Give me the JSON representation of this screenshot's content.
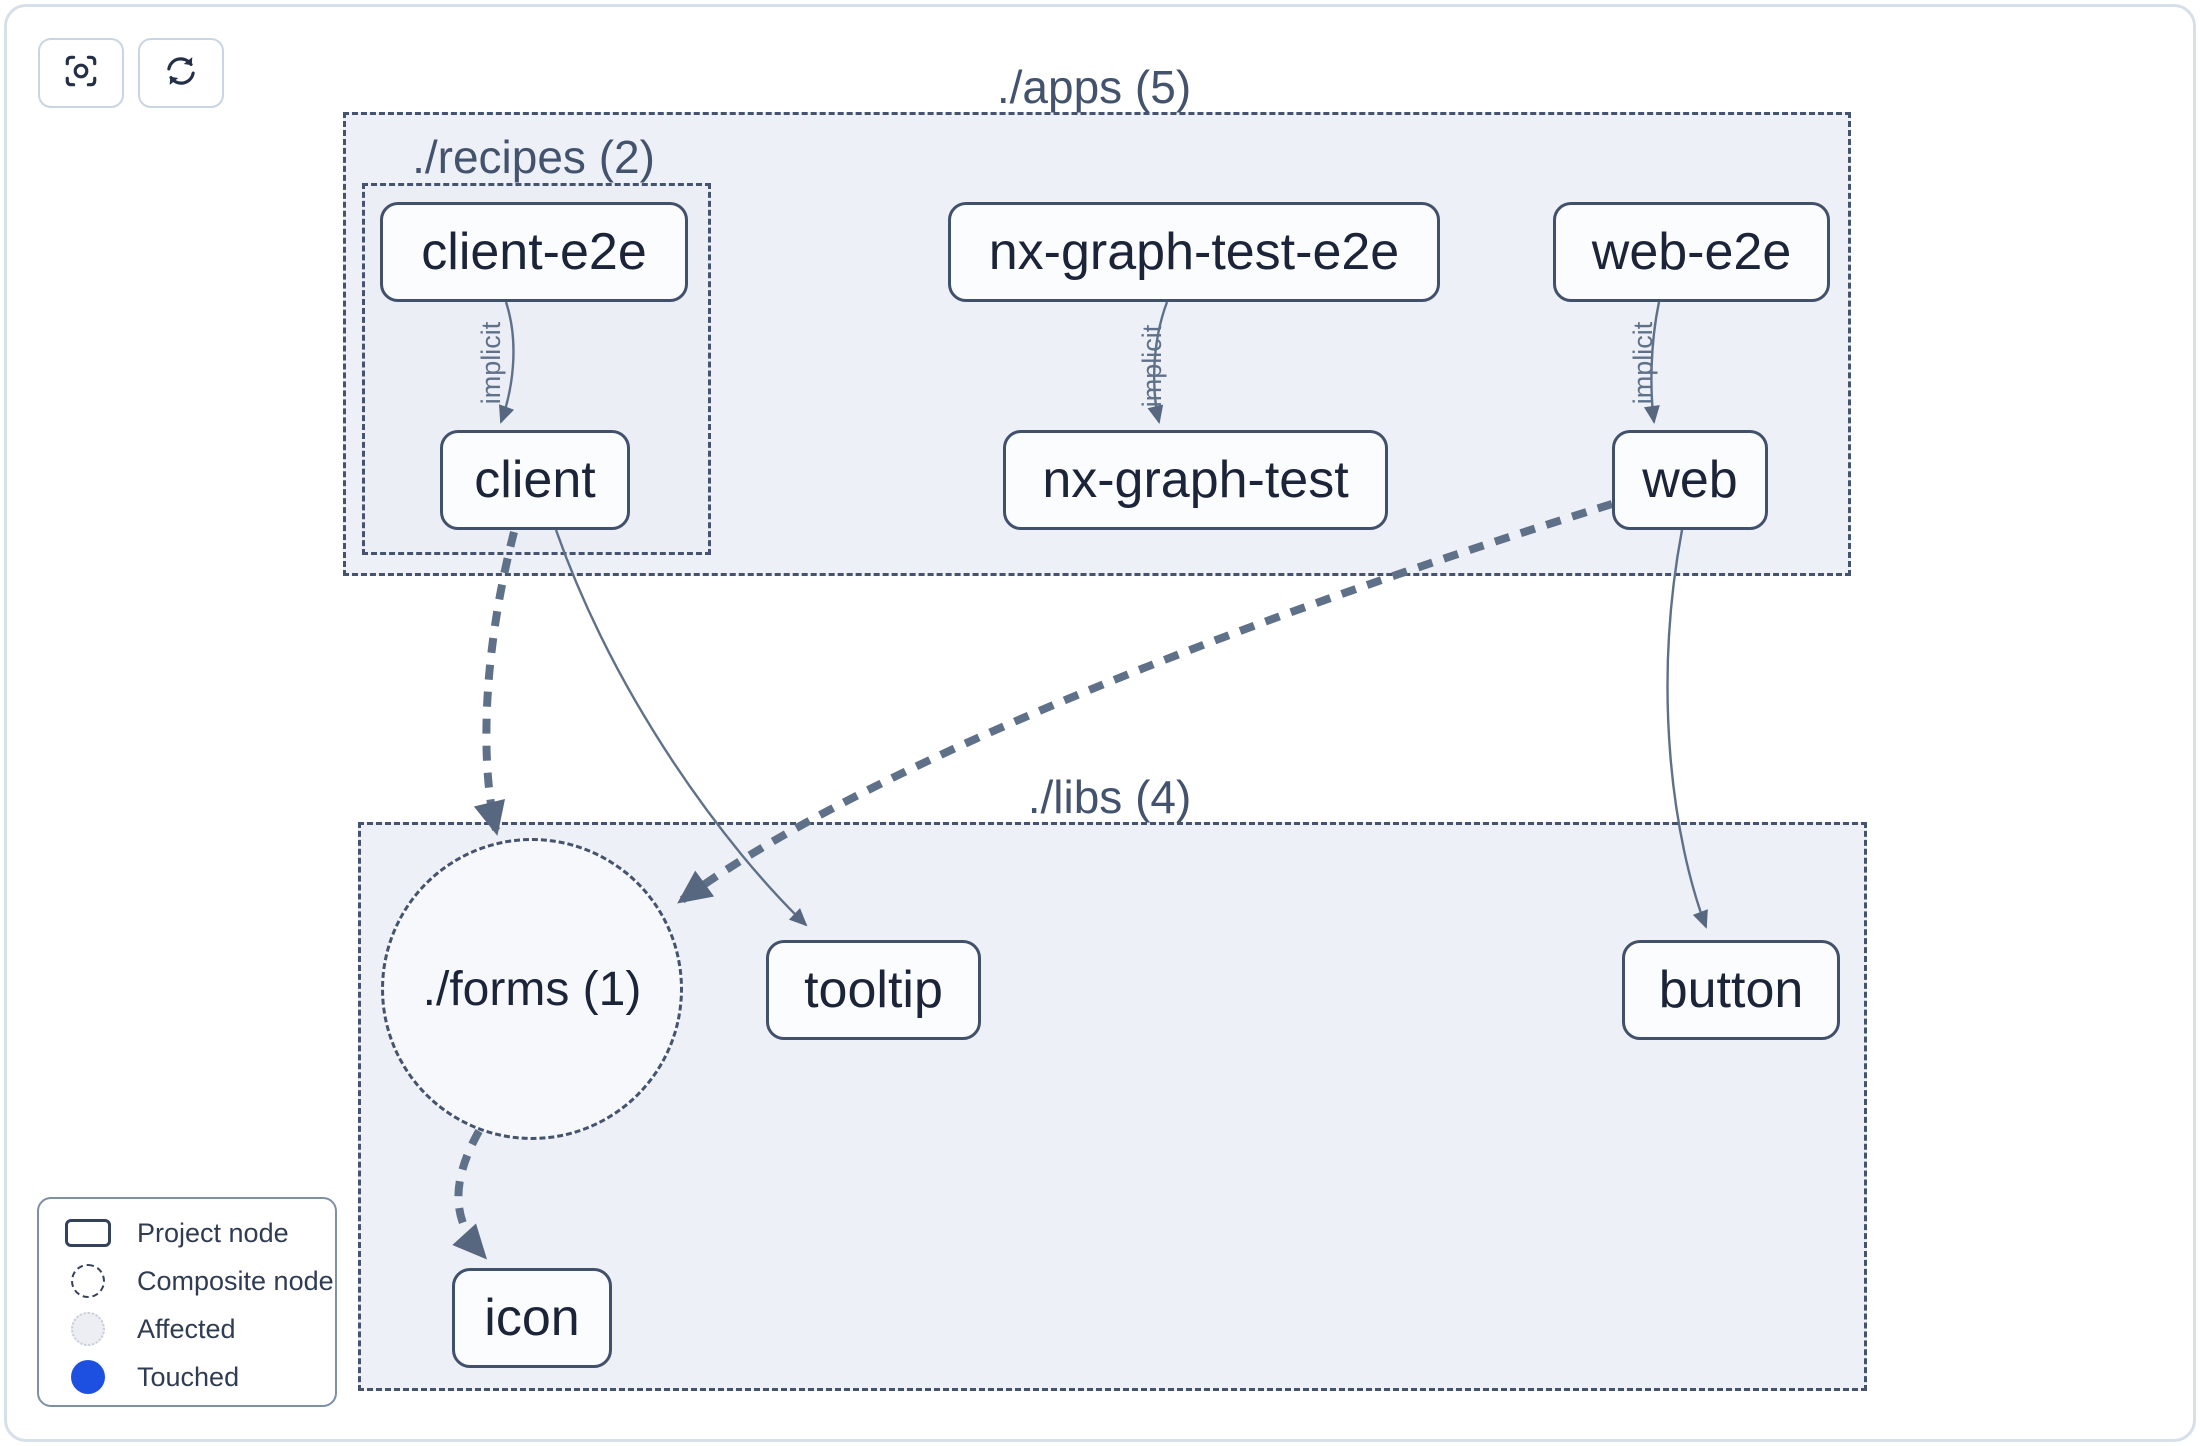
{
  "toolbar": {
    "buttons": [
      {
        "name": "focus",
        "icon": "focus-icon"
      },
      {
        "name": "refresh",
        "icon": "refresh-icon"
      }
    ]
  },
  "graph": {
    "groups": [
      {
        "id": "apps",
        "label": "./apps (5)"
      },
      {
        "id": "recipes",
        "label": "./recipes (2)"
      },
      {
        "id": "libs",
        "label": "./libs (4)"
      }
    ],
    "composite_nodes": [
      {
        "id": "forms",
        "label": "./forms (1)"
      }
    ],
    "nodes": [
      {
        "id": "client-e2e",
        "label": "client-e2e"
      },
      {
        "id": "nx-graph-test-e2e",
        "label": "nx-graph-test-e2e"
      },
      {
        "id": "web-e2e",
        "label": "web-e2e"
      },
      {
        "id": "client",
        "label": "client"
      },
      {
        "id": "nx-graph-test",
        "label": "nx-graph-test"
      },
      {
        "id": "web",
        "label": "web"
      },
      {
        "id": "tooltip",
        "label": "tooltip"
      },
      {
        "id": "button",
        "label": "button"
      },
      {
        "id": "icon",
        "label": "icon"
      }
    ],
    "edges": [
      {
        "from": "client-e2e",
        "to": "client",
        "label": "implicit",
        "type": "implicit"
      },
      {
        "from": "nx-graph-test-e2e",
        "to": "nx-graph-test",
        "label": "implicit",
        "type": "implicit"
      },
      {
        "from": "web-e2e",
        "to": "web",
        "label": "implicit",
        "type": "implicit"
      },
      {
        "from": "client",
        "to": "tooltip",
        "type": "direct"
      },
      {
        "from": "web",
        "to": "button",
        "type": "direct"
      },
      {
        "from": "client",
        "to": "./forms",
        "type": "composite-dashed"
      },
      {
        "from": "web",
        "to": "./forms",
        "type": "composite-dashed"
      },
      {
        "from": "./forms",
        "to": "icon",
        "type": "composite-dashed"
      }
    ]
  },
  "legend": {
    "items": [
      {
        "label": "Project node",
        "swatch": "project"
      },
      {
        "label": "Composite node",
        "swatch": "composite"
      },
      {
        "label": "Affected",
        "swatch": "affected"
      },
      {
        "label": "Touched",
        "swatch": "touched"
      }
    ]
  },
  "colors": {
    "touched_blue": "#1d50e0",
    "container_fill": "#edf0f6",
    "edge": "#5f7089",
    "node_border": "#41506b",
    "node_text": "#1b2438"
  }
}
